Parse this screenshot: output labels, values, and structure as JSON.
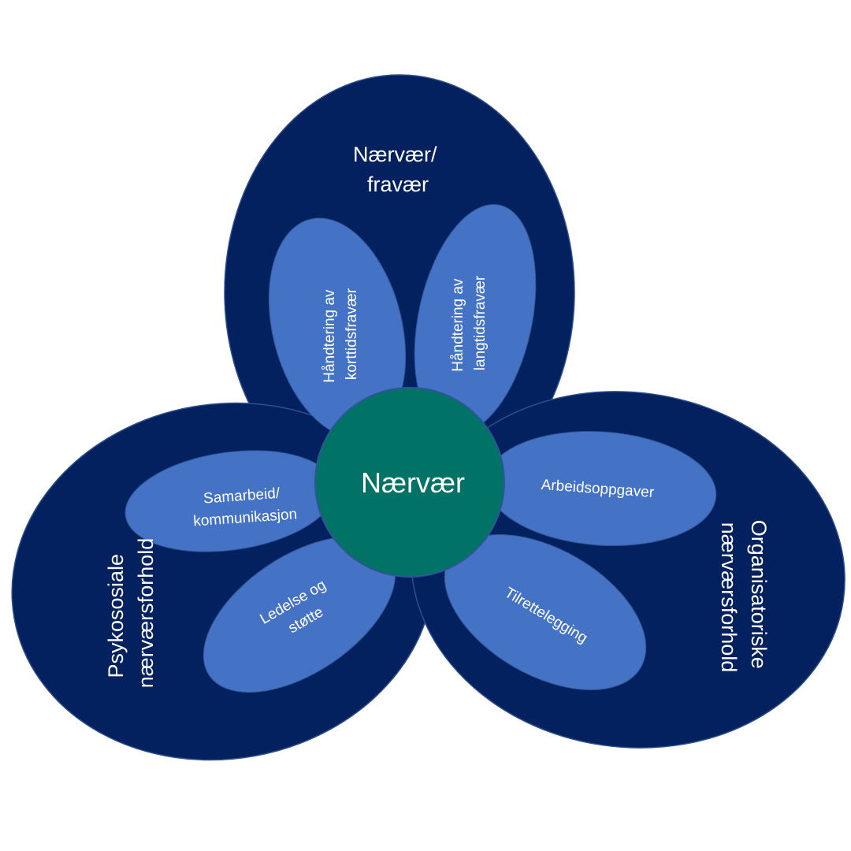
{
  "colors": {
    "outer_lobe": "#02215e",
    "outer_lobe_stroke": "#2e4f8c",
    "petal": "#4472c4",
    "petal_stroke": "#2f5597",
    "center": "#007366",
    "center_stroke": "#2f5597",
    "text": "#ffffff"
  },
  "diagram": {
    "center_label": "Nærvær",
    "lobes": {
      "top": {
        "lines": [
          "Nærvær/",
          "fravær"
        ]
      },
      "left": {
        "lines": [
          "Psykososiale",
          "nærværsforhold"
        ]
      },
      "right": {
        "lines": [
          "Organisatoriske",
          "nærværsforhold"
        ]
      }
    },
    "petals": {
      "short_term": {
        "lines": [
          "Håndtering av",
          "korttidsfravær"
        ]
      },
      "long_term": {
        "lines": [
          "Håndtering av",
          "langtidsfravær"
        ]
      },
      "collaboration": {
        "lines": [
          "Samarbeid/",
          "kommunikasjon"
        ]
      },
      "management": {
        "lines": [
          "Ledelse og",
          "støtte"
        ]
      },
      "tasks": {
        "lines": [
          "Arbeidsoppgaver"
        ]
      },
      "facilitation": {
        "lines": [
          "Tilrettelegging"
        ]
      }
    }
  }
}
